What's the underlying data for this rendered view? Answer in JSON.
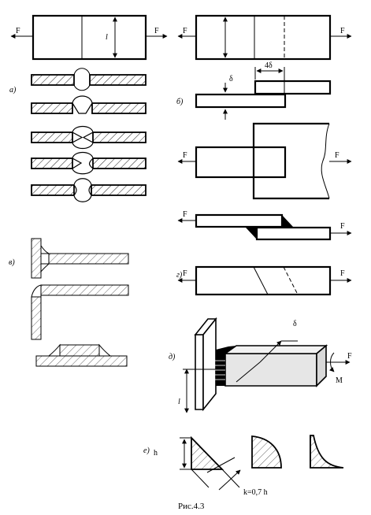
{
  "labels": {
    "force": "F",
    "length": "l",
    "delta": "δ",
    "four_delta": "4δ",
    "moment": "M",
    "height": "h",
    "leg": "k=0,7 h"
  },
  "sections": {
    "a": "а)",
    "b": "б)",
    "v": "в)",
    "g": "г)",
    "d": "д)",
    "e": "е)"
  },
  "caption": "Рис.4.3"
}
